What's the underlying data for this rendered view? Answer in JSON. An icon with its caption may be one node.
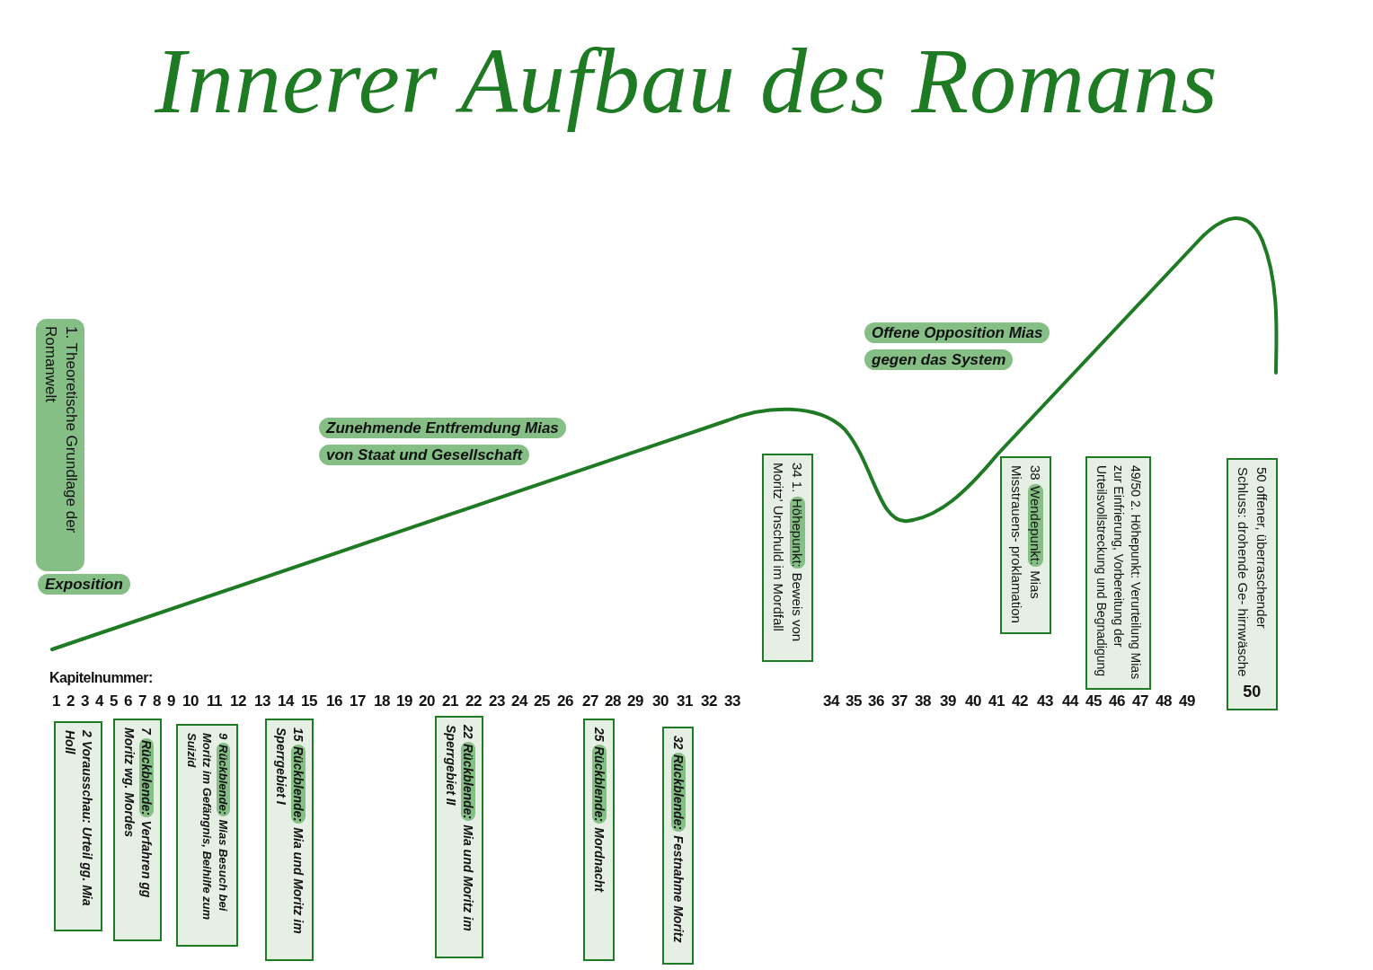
{
  "diagram": {
    "title": "Innerer Aufbau des Romans",
    "nodes": [
      {
        "text": [
          "1. Theoretische Grundlage der Romanwelt"
        ]
      },
      {
        "text": [
          "Exposition"
        ]
      },
      {
        "text": [
          "Zunehmende Entfremdung Mias von Staat und Gesellschaft"
        ]
      },
      {
        "text": [
          "Offene Opposition Mias gegen das System"
        ]
      },
      {
        "text": [
          "34 1. **Höhepunkt:** Beweis von Moritz' Unschuld im Mordfall"
        ]
      },
      {
        "text": [
          "38 **Wendepunkt:** Mias Misstrauens- proklamation"
        ]
      },
      {
        "text": [
          "49/50 2. Höhepunkt: Verurteilung Mias zur Einfrierung, Vorbereitung der Urteilsvollstreckung und Begnadigung"
        ]
      },
      {
        "text": [
          "50 offener, überraschender Schluss: drohende Ge- hirnwäsche",
          "50"
        ]
      },
      {
        "text": [
          "2 Vorausschau: Urteil gg. Mia Holl"
        ]
      },
      {
        "text": [
          "7 **Rückblende:** Verfahren gg Moritz wg. Mordes"
        ]
      },
      {
        "text": [
          "9 **Rückblende:** Mias Besuch bei Moritz im Gefängnis, Beihilfe zum Suizid"
        ]
      },
      {
        "text": [
          "15 **Rückblende:** Mia und Moritz im Sperrgebiet I"
        ]
      },
      {
        "text": [
          "22 **Rückblende:** Mia und Moritz im Sperrgebiet II"
        ]
      },
      {
        "text": [
          "25 **Rückblende:** Mordnacht"
        ]
      },
      {
        "text": [
          "32 **Rückblende:** Festnahme Moritz"
        ]
      }
    ],
    "labels": [
      "Kapitelnummer:",
      "1",
      "2",
      "3",
      "4",
      "5",
      "6",
      "7",
      "8",
      "9",
      "10",
      "11",
      "12",
      "13",
      "14",
      "15",
      "16",
      "17",
      "18",
      "19",
      "20",
      "21",
      "22",
      "23",
      "24",
      "25",
      "26",
      "27",
      "28",
      "29",
      "30",
      "31",
      "32",
      "33",
      "34",
      "35",
      "36",
      "37",
      "38",
      "39",
      "40",
      "41",
      "42",
      "43",
      "44",
      "45",
      "46",
      "47",
      "48",
      "49"
    ]
  }
}
